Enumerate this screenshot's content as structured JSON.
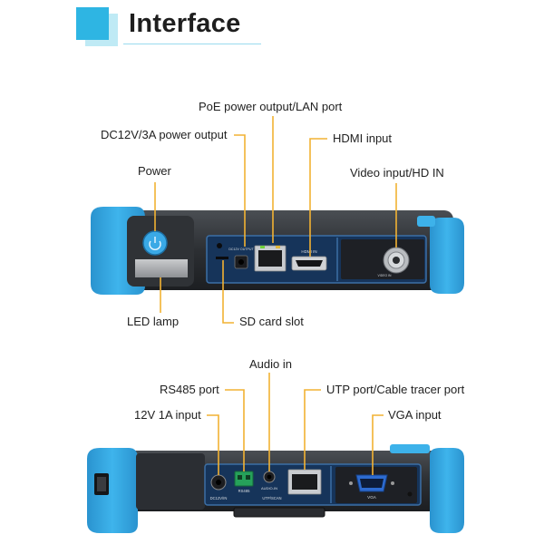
{
  "header": {
    "title": "Interface"
  },
  "top_view": {
    "labels": {
      "poe": "PoE power output/LAN port",
      "dc12v3a": "DC12V/3A power output",
      "hdmi_input": "HDMI input",
      "power": "Power",
      "video_input": "Video input/HD IN",
      "led_lamp": "LED lamp",
      "sd_card": "SD card slot"
    },
    "port_text": {
      "dc_out": "DC12V OUTPUT",
      "hdmi_in": "HDMI IN",
      "video_in": "VIDEO IN"
    }
  },
  "bottom_view": {
    "labels": {
      "audio_in": "Audio in",
      "rs485_port": "RS485 port",
      "utp_port": "UTP port/Cable tracer port",
      "input_12v1a": "12V 1A input",
      "vga_input": "VGA input"
    },
    "port_text": {
      "dc_in": "DC12V/IN",
      "rs485": "RS485",
      "audio_in": "AUDIO-IN",
      "utp_scan": "UTP/SCAN",
      "vga": "VGA"
    }
  },
  "colors": {
    "accent_blue": "#2eb5e3",
    "bumper_blue": "#35a7e3",
    "leader_orange": "#f2b233",
    "body_dark": "#2a2d31",
    "panel_navy": "#16345a"
  }
}
